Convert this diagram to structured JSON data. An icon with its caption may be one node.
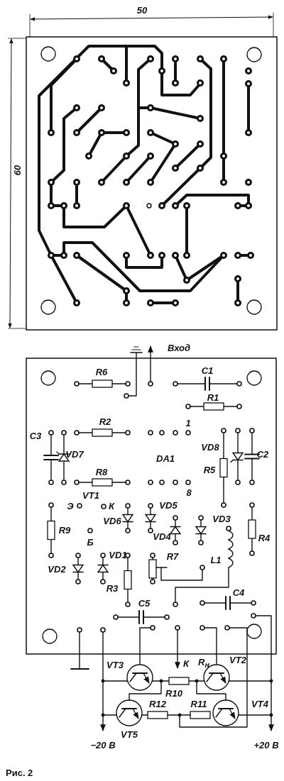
{
  "diagram": {
    "caption": "Рис. 2",
    "labels": [
      "50",
      "60",
      "Вход",
      "R6",
      "C1",
      "R1",
      "R2",
      "1",
      "C3",
      "VD7",
      "DA1",
      "VD8",
      "C2",
      "R8",
      "R5",
      "8",
      "VT1",
      "Э",
      "К",
      "VD5",
      "VD6",
      "VD3",
      "VD4",
      "R9",
      "Б",
      "R4",
      "VD1",
      "R7",
      "L1",
      "VD2",
      "R3",
      "C4",
      "C5",
      "VT3",
      "К",
      "R$_{н}$",
      "VT2",
      "R10",
      "R12",
      "R11",
      "VT4",
      "VT5",
      "−20 В",
      "+20 В"
    ]
  }
}
